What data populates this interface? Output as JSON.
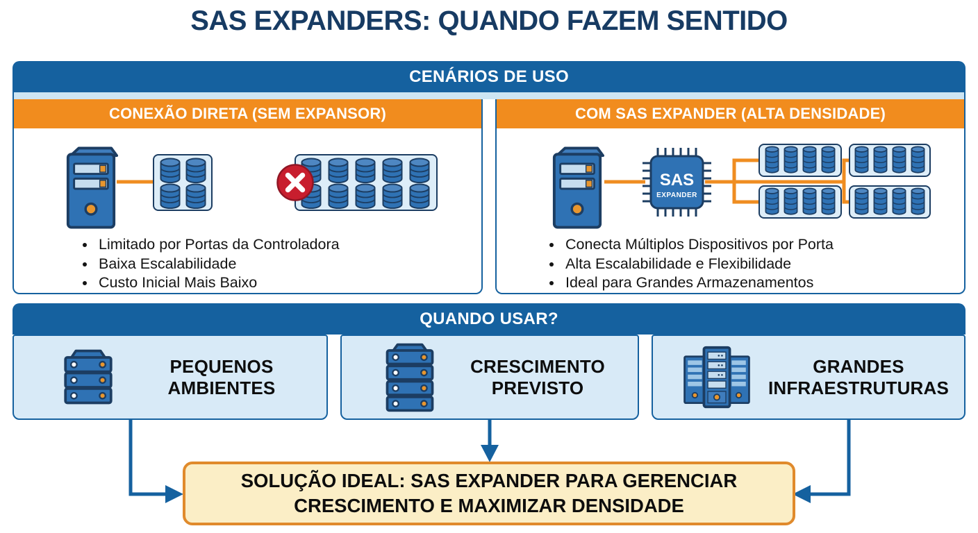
{
  "title": "SAS EXPANDERS: QUANDO FAZEM SENTIDO",
  "scenarios": {
    "header": "CENÁRIOS DE USO",
    "left": {
      "header": "CONEXÃO DIRETA (SEM EXPANSOR)",
      "icons": [
        "server-tower-icon",
        "disk-array-2x2-icon",
        "blocked-icon",
        "disk-array-5x2-icon"
      ],
      "bullets": [
        "Limitado por Portas da Controladora",
        "Baixa Escalabilidade",
        "Custo Inicial Mais Baixo"
      ]
    },
    "right": {
      "header": "COM SAS EXPANDER (ALTA DENSIDADE)",
      "icons": [
        "server-tower-icon",
        "sas-expander-chip-icon",
        "disk-array-icon",
        "disk-array-icon",
        "disk-array-icon",
        "disk-array-icon"
      ],
      "chip": {
        "label": "SAS",
        "sublabel": "EXPANDER"
      },
      "bullets": [
        "Conecta Múltiplos Dispositivos por Porta",
        "Alta Escalabilidade e Flexibilidade",
        "Ideal para Grandes Armazenamentos"
      ]
    }
  },
  "when_to_use": {
    "header": "QUANDO USAR?",
    "cards": [
      {
        "label": "PEQUENOS AMBIENTES",
        "icon": "server-stack-3-icon"
      },
      {
        "label": "CRESCIMENTO PREVISTO",
        "icon": "server-stack-4-icon"
      },
      {
        "label": "GRANDES INFRAESTRUTURAS",
        "icon": "server-racks-icon"
      }
    ]
  },
  "conclusion": {
    "text": "SOLUÇÃO IDEAL: SAS EXPANDER PARA GERENCIAR CRESCIMENTO E MAXIMIZAR DENSIDADE"
  },
  "colors": {
    "title_navy": "#173b63",
    "header_blue": "#15619f",
    "accent_orange": "#f18c1e",
    "card_light_blue": "#d8eaf7",
    "icon_blue": "#2f72b4",
    "icon_outline_navy": "#1c3d62",
    "blocked_red": "#c81e2e",
    "banner_cream": "#fbeec6",
    "banner_border_orange": "#e08a2c"
  }
}
